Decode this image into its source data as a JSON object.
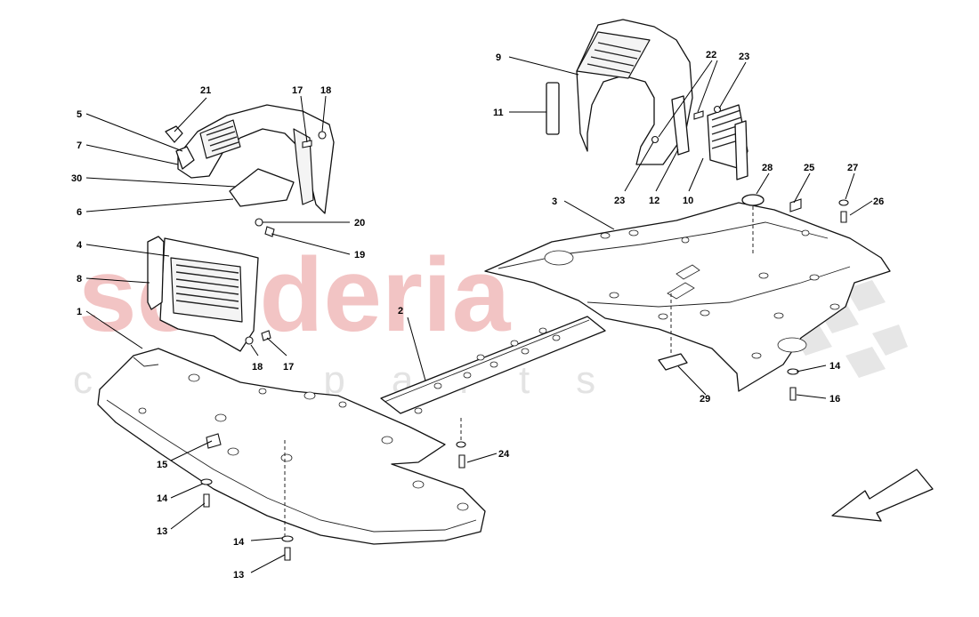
{
  "watermark": {
    "main_text": "scuderia",
    "sub_text": "car parts",
    "main_color": "#f2c4c4",
    "sub_color": "#e6e6e6"
  },
  "callouts": [
    "1",
    "2",
    "3",
    "4",
    "5",
    "6",
    "7",
    "8",
    "9",
    "10",
    "11",
    "12",
    "13",
    "13",
    "14",
    "14",
    "14",
    "15",
    "16",
    "17",
    "17",
    "18",
    "18",
    "19",
    "20",
    "21",
    "22",
    "23",
    "23",
    "24",
    "25",
    "26",
    "27",
    "28",
    "29",
    "30"
  ],
  "direction_arrow_icon": "arrow-down-left-icon"
}
